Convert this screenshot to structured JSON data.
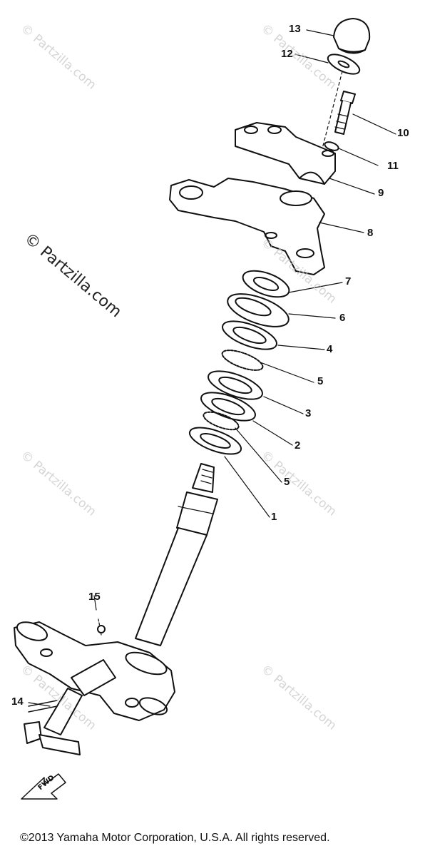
{
  "watermarks": {
    "text": "© Partzilla.com",
    "main": "© Partzilla.com"
  },
  "callouts": {
    "c1": "1",
    "c2": "2",
    "c3": "3",
    "c4": "4",
    "c5a": "5",
    "c5b": "5",
    "c6": "6",
    "c7": "7",
    "c8": "8",
    "c9": "9",
    "c10": "10",
    "c11": "11",
    "c12": "12",
    "c13": "13",
    "c14": "14",
    "c15": "15"
  },
  "fwd_label": "FWD",
  "footer": {
    "copyright": "©2013  Yamaha Motor Corporation, U.S.A. All rights reserved."
  }
}
